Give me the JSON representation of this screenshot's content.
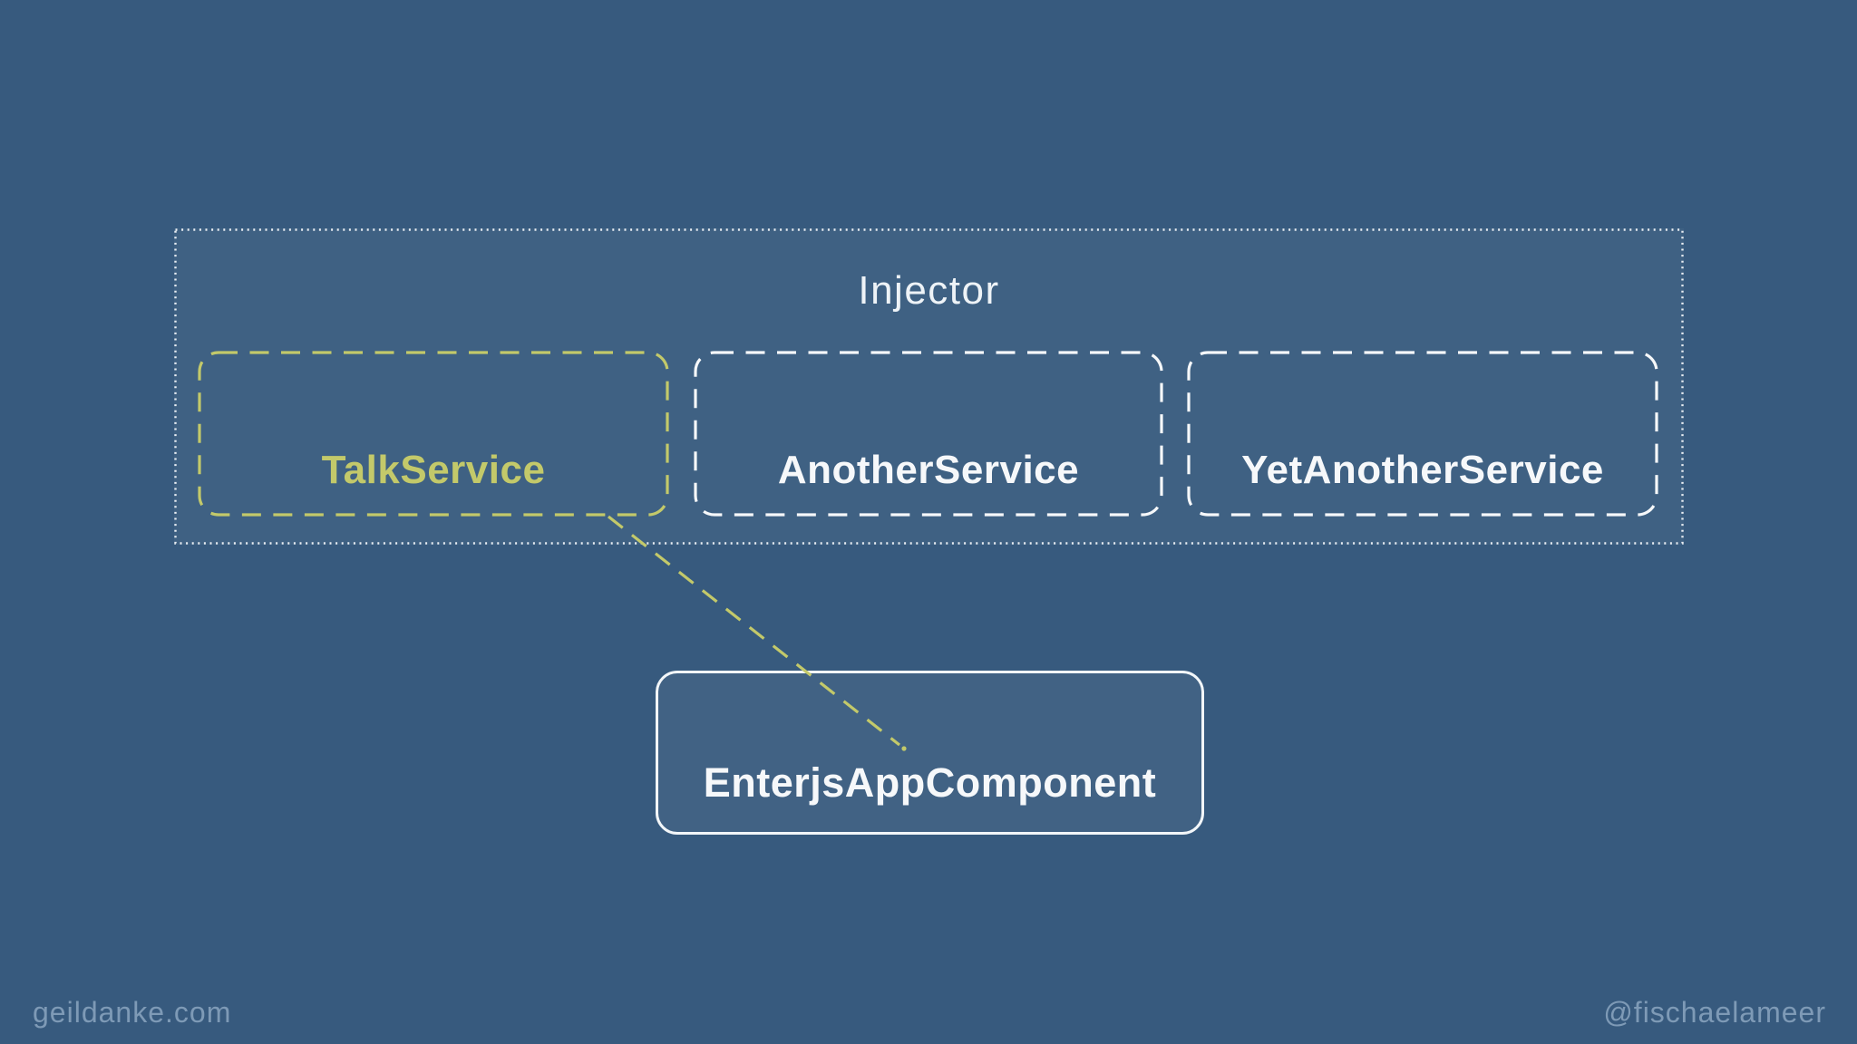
{
  "colors": {
    "bg": "#375a7e",
    "green": "#c3c96a",
    "white": "#f6f8fa",
    "muted": "#7e9ab6"
  },
  "injector": {
    "title": "Injector"
  },
  "services": [
    {
      "label": "TalkService",
      "accent": "green",
      "border_style": "dashed",
      "border_color": "#c3c96a"
    },
    {
      "label": "AnotherService",
      "accent": "white",
      "border_style": "dashed",
      "border_color": "#f6f8fa"
    },
    {
      "label": "YetAnotherService",
      "accent": "white",
      "border_style": "dashed",
      "border_color": "#f6f8fa"
    }
  ],
  "component": {
    "label": "EnterjsAppComponent",
    "border_style": "solid",
    "border_color": "#f2f6f9"
  },
  "connector": {
    "from": "TalkService",
    "to": "EnterjsAppComponent",
    "style": "dashed",
    "color": "#c3c96a"
  },
  "footer": {
    "left": "geildanke.com",
    "right": "@fischaelameer"
  }
}
